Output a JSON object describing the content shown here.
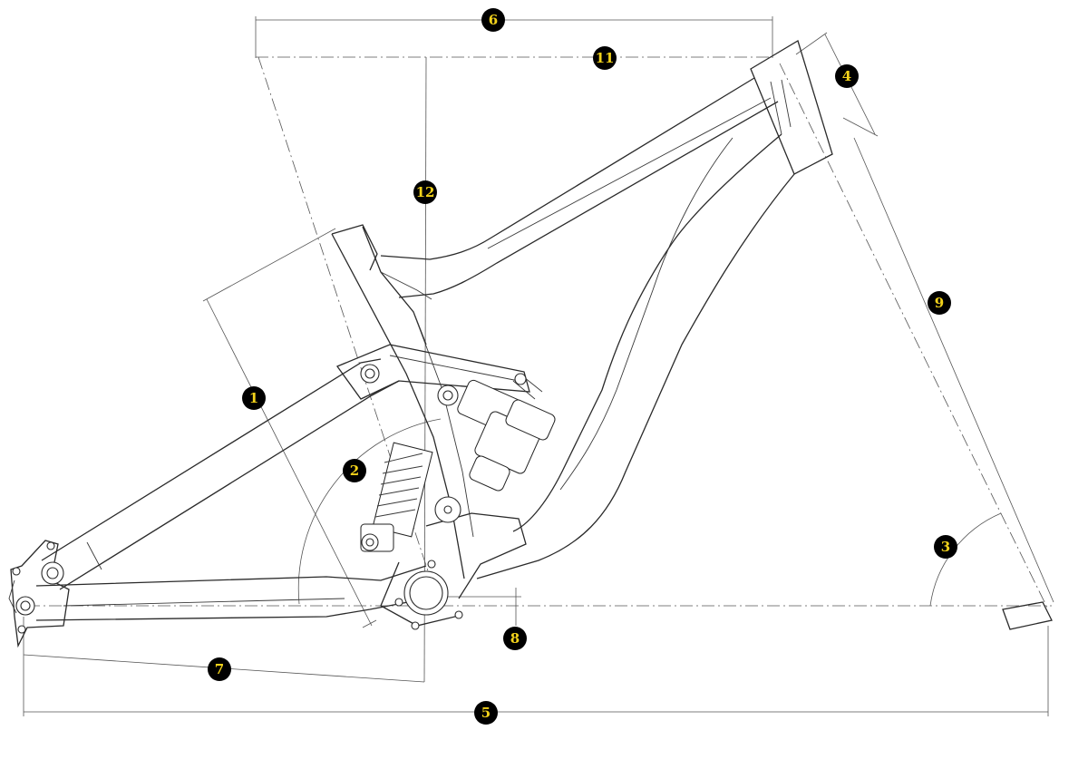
{
  "colors": {
    "line": "#2a2a2a",
    "dimension": "#555555",
    "badge_fill": "#000000",
    "badge_text": "#f2d21b"
  },
  "callouts": {
    "c1": "1",
    "c2": "2",
    "c3": "3",
    "c4": "4",
    "c5": "5",
    "c6": "6",
    "c7": "7",
    "c8": "8",
    "c9": "9",
    "c11": "11",
    "c12": "12"
  }
}
